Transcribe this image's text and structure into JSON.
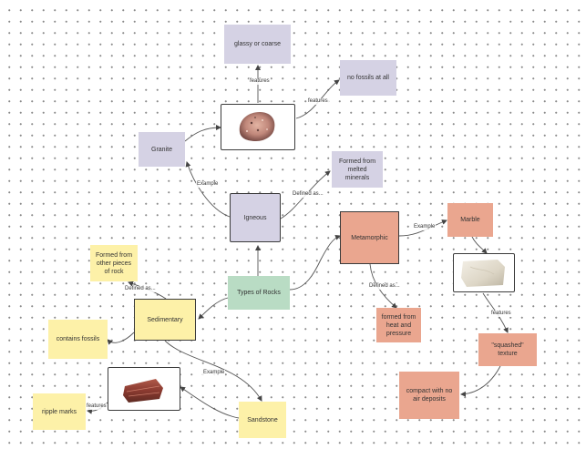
{
  "nodes": {
    "glassy": "glassy or coarse",
    "no_fossils": "no fossils at all",
    "granite": "Granite",
    "melted": "Formed from melted minerals",
    "igneous": "Igneous",
    "metamorphic": "Metamorphic",
    "marble": "Marble",
    "formed_other": "Formed from other pieces of rock",
    "types_of_rocks": "Types of Rocks",
    "sedimentary": "Sedimentary",
    "heat_pressure": "formed from heat and pressure",
    "squashed": "\"squashed\" texture",
    "contains_fossils": "contains fossils",
    "compact": "compact with no air deposits",
    "ripple_marks": "ripple marks",
    "sandstone": "Sandstone"
  },
  "edge_labels": {
    "granite_features_top": "features",
    "granite_features_right": "features",
    "igneous_example": "Example",
    "igneous_defined": "Defined as...",
    "metamorphic_example": "Example",
    "metamorphic_defined": "Defined as...",
    "marble_features": "features",
    "sedimentary_defined": "Defined as...",
    "sedimentary_example": "Example",
    "sandstone_features": "features"
  },
  "colors": {
    "igneous_fill": "#d5d2e4",
    "sedimentary_fill": "#fdf1a8",
    "metamorphic_fill": "#eaa68f",
    "root_fill": "#b9dcc4",
    "connector": "#555555"
  },
  "images": {
    "granite_image": "granite-rock-photo",
    "marble_image": "marble-rock-photo",
    "sandstone_image": "sandstone-rock-photo"
  }
}
